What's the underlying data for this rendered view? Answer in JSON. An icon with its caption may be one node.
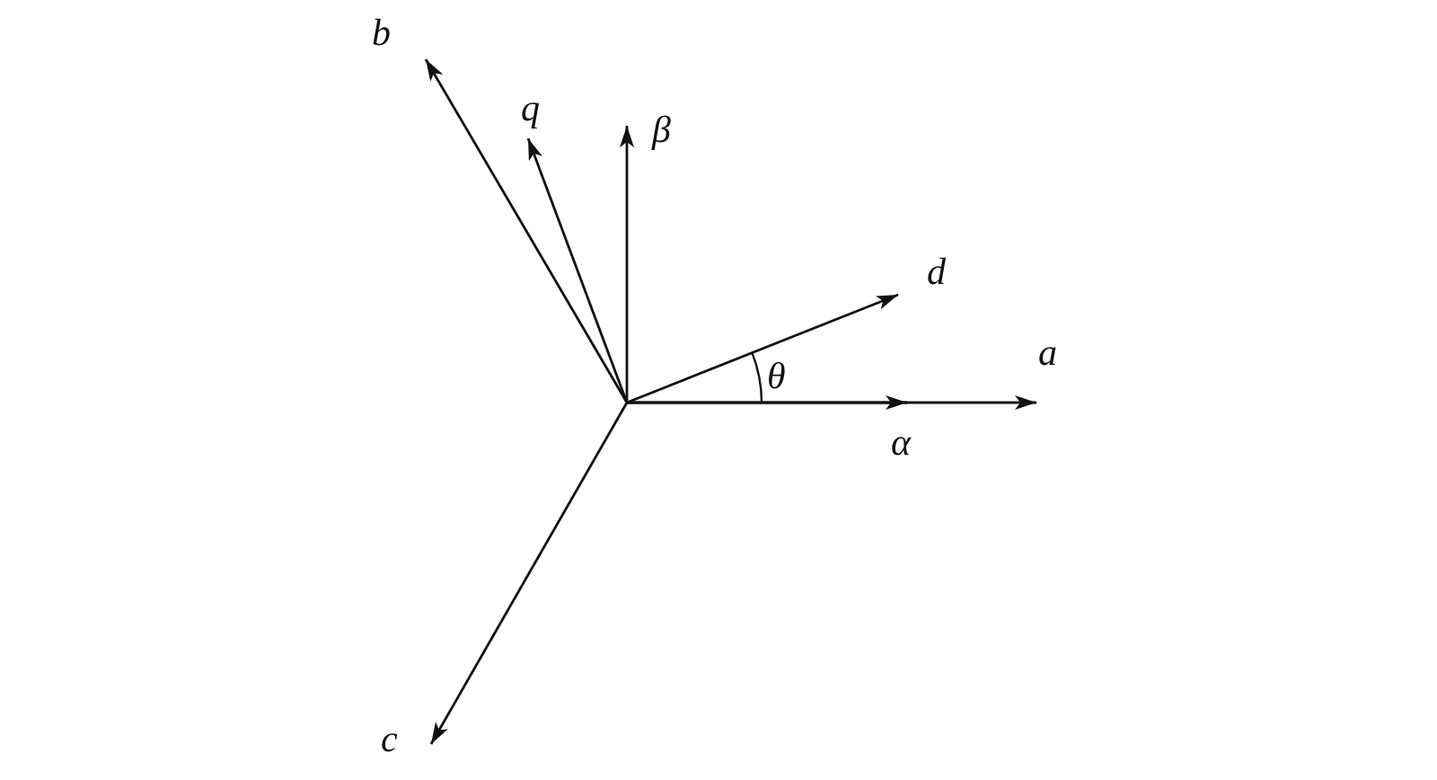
{
  "diagram": {
    "labels": [
      "b",
      "q",
      "β",
      "d",
      "a",
      "θ",
      "α",
      "c"
    ]
  }
}
